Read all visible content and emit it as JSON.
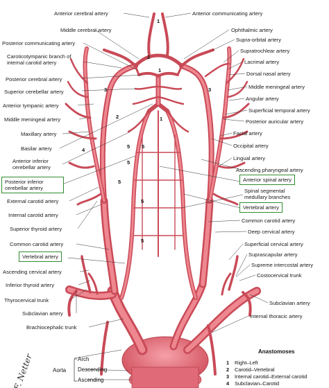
{
  "labels_left": [
    "Middle cerebral artery",
    "Posterior communicating artery",
    "Caroticotympanic branch of internal carotid artery",
    "Posterior cerebral artery",
    "Superior cerebellar artery",
    "Anterior tympanic artery",
    "Middle meningeal artery",
    "Maxillary artery",
    "Basilar artery",
    "Anterior inferior cerebellar artery",
    "Posterior inferior cerebellar artery",
    "External carotid artery",
    "Internal carotid artery",
    "Superior thyroid artery",
    "Common carotid artery",
    "Vertebral artery",
    "Ascending cervical artery",
    "Inferior thyroid artery",
    "Thyrocervical trunk",
    "Subclavian artery",
    "Brachiocephalic trunk"
  ],
  "labels_right": [
    "Anterior communicating artery",
    "Ophthalmic artery",
    "Supra-orbital artery",
    "Supratrochlear artery",
    "Lacrimal artery",
    "Dorsal nasal artery",
    "Middle meningeal artery",
    "Angular artery",
    "Superficial temporal artery",
    "Posterior auricular artery",
    "Facial artery",
    "Occipital artery",
    "Lingual artery",
    "Ascending pharyngeal artery",
    "Anterior spinal artery",
    "Spinal segmental medullary branches",
    "Vertebral artery",
    "Common carotid artery",
    "Deep cervical artery",
    "Superficial cervical artery",
    "Suprascapular artery",
    "Supreme intercostal artery",
    "Costocervical trunk",
    "Subclavian artery",
    "Internal thoracic artery"
  ],
  "top_label": "Anterior cerebral artery",
  "aorta": {
    "name": "Aorta",
    "parts": [
      "Arch",
      "Descending",
      "Ascending"
    ]
  },
  "anastomoses": {
    "title": "Anastomoses",
    "items": [
      {
        "num": "1",
        "text": "Right–Left"
      },
      {
        "num": "2",
        "text": "Carotid–Vertebral"
      },
      {
        "num": "3",
        "text": "Internal carotid–External carotid"
      },
      {
        "num": "4",
        "text": "Subclavian–Carotid"
      }
    ]
  },
  "numbers": [
    "1",
    "1",
    "1",
    "2",
    "2",
    "3",
    "3",
    "4",
    "5",
    "5",
    "5",
    "5",
    "5",
    "5"
  ],
  "signature": "F. Netter",
  "colors": {
    "artery": "#e5737f",
    "artery_dark": "#b9434f",
    "highlight_box": "#2e8b2e"
  }
}
